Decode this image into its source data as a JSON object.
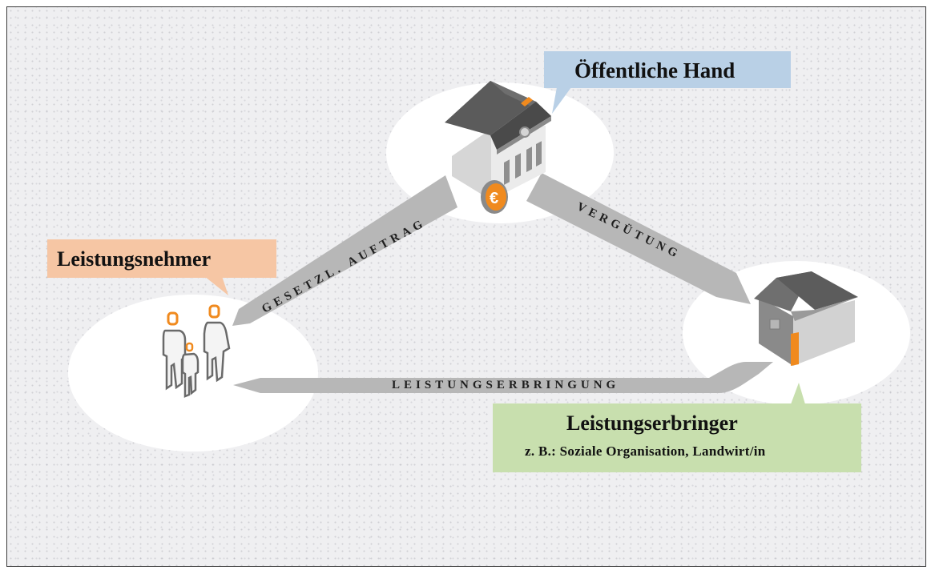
{
  "labels": {
    "public": "Öffentliche Hand",
    "recipient": "Leistungsnehmer",
    "provider": "Leistungserbringer",
    "provider_sub": "z. B.: Soziale Organisation, Landwirt/in"
  },
  "arrows": {
    "mandate": "GESETZL. AUFTRAG",
    "payment": "VERGÜTUNG",
    "service": "LEISTUNGSERBRINGUNG"
  },
  "coin_symbol": "€",
  "colors": {
    "public_box": "#b9d0e6",
    "recipient_box": "#f6c6a4",
    "provider_box": "#c8dfae",
    "accent_orange": "#f08a1e",
    "arrow_gray": "#b7b7b7"
  }
}
